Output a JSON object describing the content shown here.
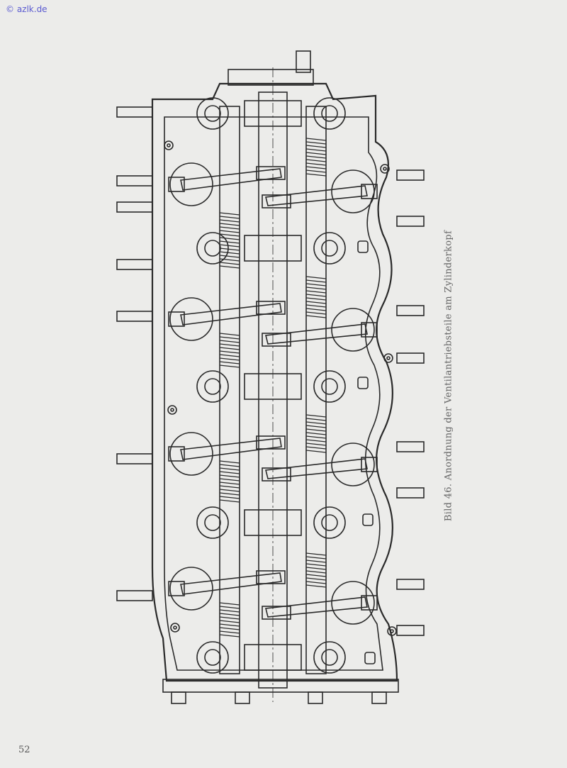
{
  "watermark": "© azlk.de",
  "figure": {
    "caption": "Bild 46. Anordnung der Ventilantriebsteile am Zylinderkopf",
    "subject": "cylinder-head-valve-train-drawing"
  },
  "page_number": "52",
  "colors": {
    "paper": "#ececea",
    "ink": "#2a2a2a",
    "watermark": "#5a5ad0"
  }
}
